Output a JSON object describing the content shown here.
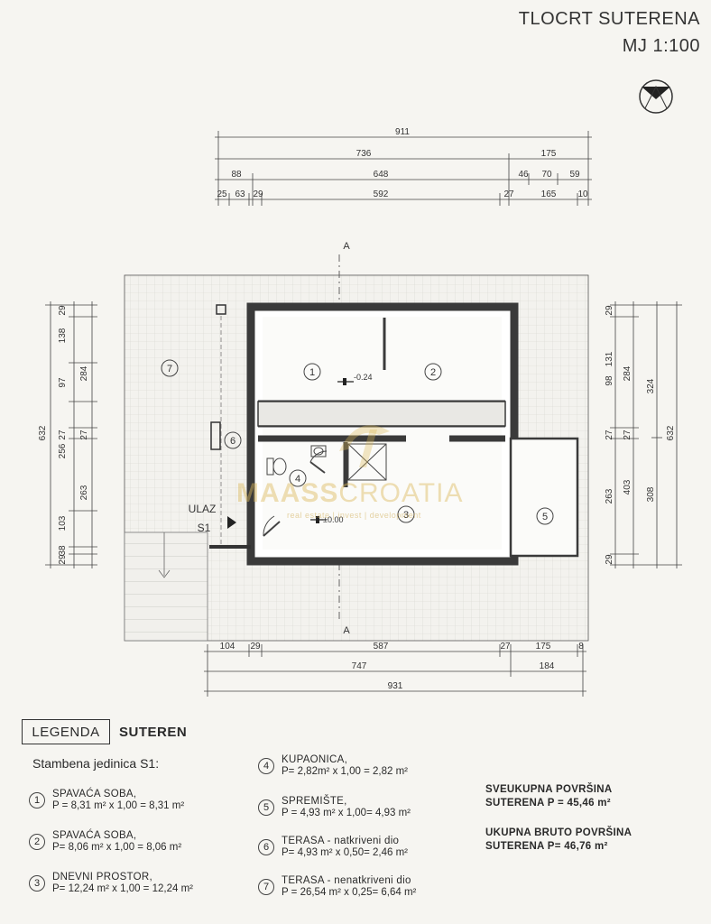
{
  "header": {
    "title": "TLOCRT SUTERENA",
    "scale": "MJ 1:100"
  },
  "north_icon": "north-arrow-icon",
  "dimensions": {
    "top": {
      "row1": [
        "911"
      ],
      "row2": [
        "736",
        "175"
      ],
      "row3": [
        "88",
        "648",
        "46",
        "70",
        "59"
      ],
      "row4": [
        "25",
        "63",
        "29",
        "592",
        "27",
        "165",
        "10"
      ]
    },
    "bottom": {
      "row1": [
        "104",
        "29",
        "587",
        "27",
        "175",
        "8"
      ],
      "row2": [
        "747",
        "184"
      ],
      "row3": [
        "931"
      ]
    },
    "left": {
      "inner": [
        "29",
        "138",
        "97",
        "27",
        "256",
        "103",
        "38",
        "29"
      ],
      "middle": [
        "284",
        "27",
        "263"
      ],
      "outer": [
        "632"
      ]
    },
    "right": {
      "inner": [
        "29",
        "131",
        "98",
        "27",
        "263",
        "29"
      ],
      "middle": [
        "284",
        "27",
        "403"
      ],
      "outer1": [
        "324",
        "308"
      ],
      "outer2": [
        "632"
      ]
    }
  },
  "plan": {
    "section_label": "A",
    "level_upper": "-0.24",
    "level_lower": "±0.00",
    "entrance_label": "ULAZ",
    "entrance_unit": "S1",
    "room_numbers": [
      "1",
      "2",
      "3",
      "4",
      "5",
      "6",
      "7"
    ]
  },
  "watermark": {
    "brand_a": "MAASS",
    "brand_b": "CROATIA",
    "tagline": "real estate | invest | development"
  },
  "legend": {
    "box_label": "LEGENDA",
    "section": "SUTEREN",
    "unit": "Stambena jedinica S1:",
    "items": [
      {
        "num": "1",
        "name": "SPAVAĆA SOBA,",
        "formula": "P = 8,31 m² x 1,00 = 8,31 m²"
      },
      {
        "num": "2",
        "name": "SPAVAĆA SOBA,",
        "formula": "P= 8,06 m² x 1,00 = 8,06 m²"
      },
      {
        "num": "3",
        "name": "DNEVNI PROSTOR,",
        "formula": "P= 12,24 m² x 1,00 = 12,24 m²"
      },
      {
        "num": "4",
        "name": "KUPAONICA,",
        "formula": "P= 2,82m² x 1,00 = 2,82 m²"
      },
      {
        "num": "5",
        "name": "SPREMIŠTE,",
        "formula": "P = 4,93 m² x 1,00= 4,93 m²"
      },
      {
        "num": "6",
        "name": "TERASA - natkriveni dio",
        "formula": "P= 4,93 m² x 0,50= 2,46 m²"
      },
      {
        "num": "7",
        "name": "TERASA - nenatkriveni dio",
        "formula": "P = 26,54 m² x 0,25= 6,64 m²"
      }
    ],
    "summary": {
      "total_l1": "SVEUKUPNA POVRŠINA",
      "total_l2": "SUTERENA  P = 45,46 m²",
      "gross_l1": "UKUPNA BRUTO POVRŠINA",
      "gross_l2": "SUTERENA  P= 46,76 m²"
    }
  }
}
